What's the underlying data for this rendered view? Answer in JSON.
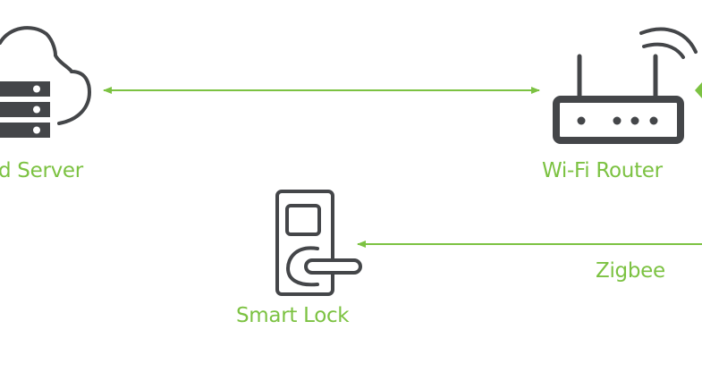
{
  "nodes": {
    "cloud_server": {
      "label": "d Server"
    },
    "router": {
      "label": "Wi-Fi Router"
    },
    "smart_lock": {
      "label": "Smart Lock"
    }
  },
  "edges": {
    "zigbee": {
      "label": "Zigbee"
    }
  },
  "colors": {
    "accent": "#7cc242",
    "icon": "#444649"
  }
}
